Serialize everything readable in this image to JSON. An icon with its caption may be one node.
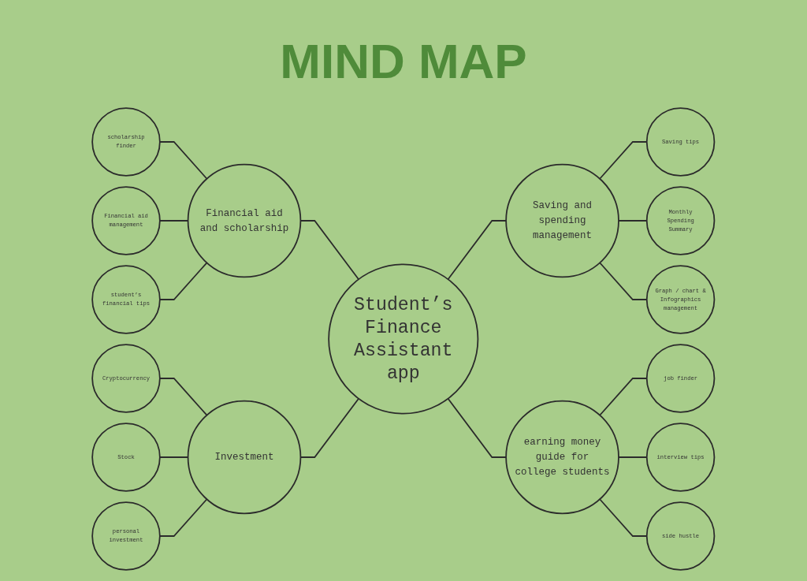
{
  "diagram": {
    "title": "MIND MAP",
    "nodes": [
      {
        "text": [
          "Student’s Finance Assistant app"
        ]
      },
      {
        "text": [
          "Financial aid and scholarship"
        ]
      },
      {
        "text": [
          "scholarship finder"
        ]
      },
      {
        "text": [
          "Financial aid management"
        ]
      },
      {
        "text": [
          "student’s financial tips"
        ]
      },
      {
        "text": [
          "Saving and spending management"
        ]
      },
      {
        "text": [
          "Saving tips"
        ]
      },
      {
        "text": [
          "Monthly Spending Summary"
        ]
      },
      {
        "text": [
          "Graph / chart & Infographics management"
        ]
      },
      {
        "text": [
          "Investment"
        ]
      },
      {
        "text": [
          "Cryptocurrency"
        ]
      },
      {
        "text": [
          "Stock"
        ]
      },
      {
        "text": [
          "personal investment"
        ]
      },
      {
        "text": [
          "earning money guide for college students"
        ]
      },
      {
        "text": [
          "job finder"
        ]
      },
      {
        "text": [
          "interview tips"
        ]
      },
      {
        "text": [
          "side hustle"
        ]
      }
    ],
    "edges": [
      {
        "from": 1,
        "to": 0,
        "arrow": "none"
      },
      {
        "from": 0,
        "to": 5,
        "arrow": "none"
      },
      {
        "from": 9,
        "to": 0,
        "arrow": "none"
      },
      {
        "from": 0,
        "to": 13,
        "arrow": "none"
      },
      {
        "from": 2,
        "to": 1,
        "arrow": "none"
      },
      {
        "from": 3,
        "to": 1,
        "arrow": "none"
      },
      {
        "from": 4,
        "to": 1,
        "arrow": "none"
      },
      {
        "from": 5,
        "to": 6,
        "arrow": "none"
      },
      {
        "from": 5,
        "to": 7,
        "arrow": "none"
      },
      {
        "from": 5,
        "to": 8,
        "arrow": "none"
      },
      {
        "from": 10,
        "to": 9,
        "arrow": "none"
      },
      {
        "from": 11,
        "to": 9,
        "arrow": "none"
      },
      {
        "from": 12,
        "to": 9,
        "arrow": "none"
      },
      {
        "from": 13,
        "to": 14,
        "arrow": "none"
      },
      {
        "from": 13,
        "to": 15,
        "arrow": "none"
      },
      {
        "from": 13,
        "to": 16,
        "arrow": "none"
      }
    ]
  }
}
